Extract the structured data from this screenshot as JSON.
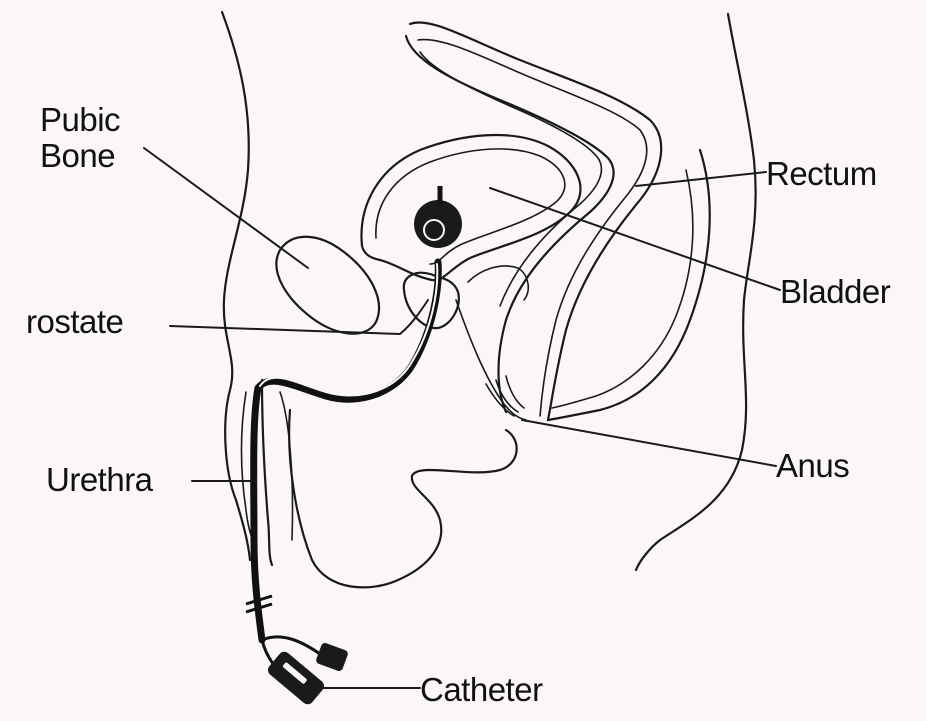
{
  "labels": {
    "pubic_bone": "Pubic\nBone",
    "prostate": "rostate",
    "urethra": "Urethra",
    "rectum": "Rectum",
    "bladder": "Bladder",
    "anus": "Anus",
    "catheter": "Catheter"
  },
  "colors": {
    "background": "#fbf7f9",
    "ink": "#1a1a1a"
  }
}
